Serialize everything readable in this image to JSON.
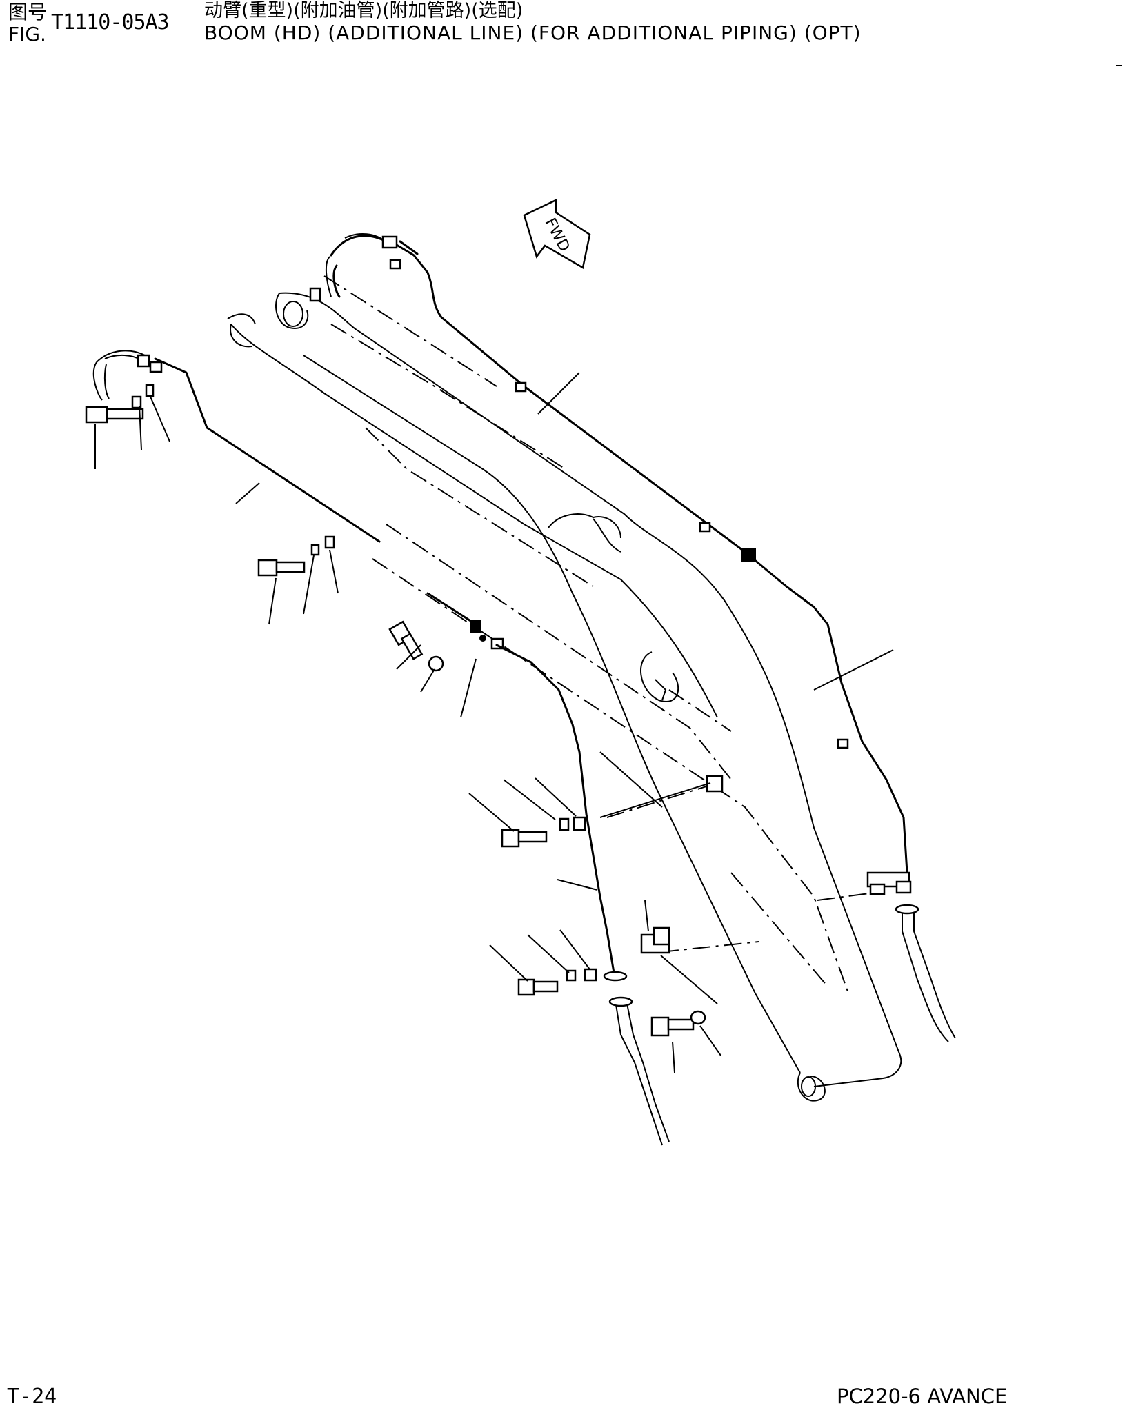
{
  "header": {
    "fig_label_cn": "图号",
    "fig_label_en": "FIG.",
    "fig_number": "T1110-05A3",
    "title_cn": "动臂(重型)(附加油管)(附加管路)(选配)",
    "title_en": "BOOM (HD) (ADDITIONAL LINE) (FOR ADDITIONAL PIPING) (OPT)"
  },
  "diagram": {
    "fwd_label": "FWD"
  },
  "footer": {
    "page_number": "T-24",
    "model": "PC220-6 AVANCE"
  }
}
